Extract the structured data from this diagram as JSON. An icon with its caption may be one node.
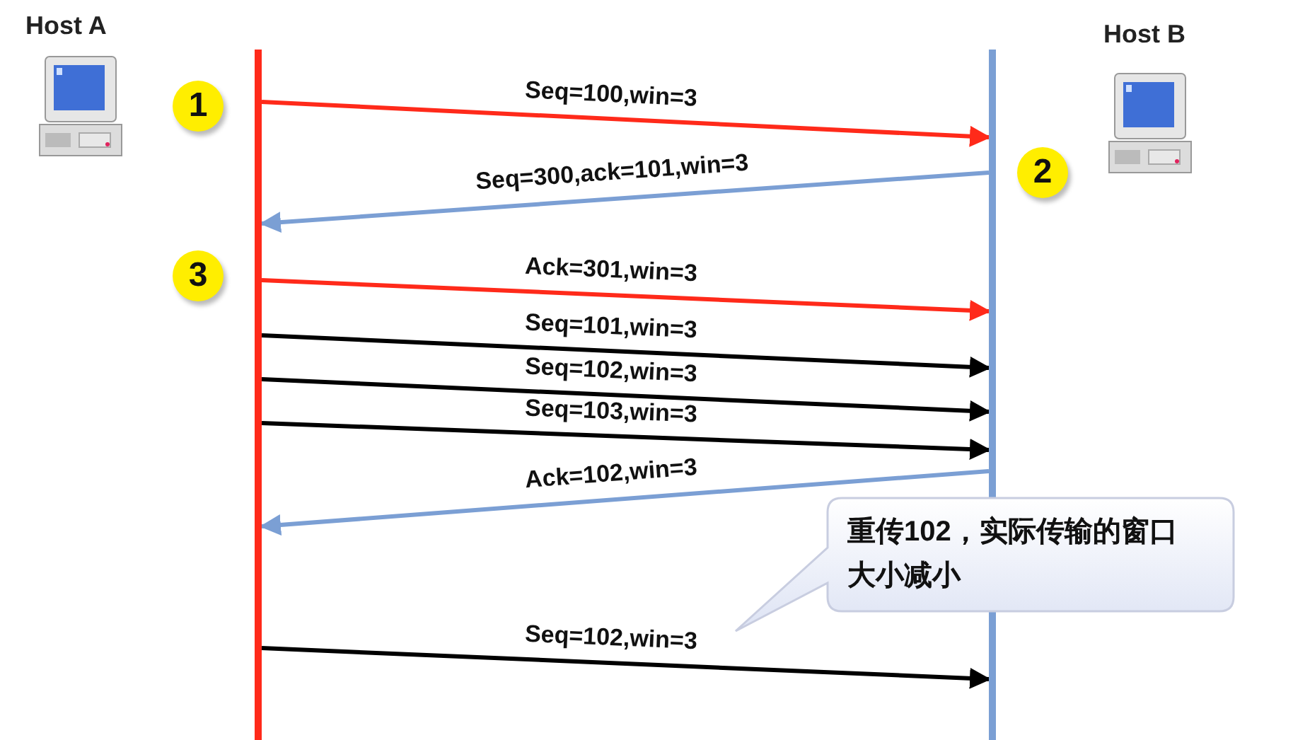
{
  "diagram": {
    "nodes": [
      {
        "text": [
          "Host A"
        ]
      },
      {
        "text": [
          "Host B"
        ]
      },
      {
        "text": [
          "1"
        ],
        "in": 0
      },
      {
        "text": [
          "2"
        ],
        "in": 1
      },
      {
        "text": [
          "3"
        ],
        "in": 0
      },
      {
        "text": [
          "重传102，实际传输的窗口大小减小"
        ]
      }
    ],
    "edges": [
      {
        "from": 0,
        "to": 1,
        "arrow": "to",
        "label": "Seq=100,win=3",
        "color": "#ff2a1a"
      },
      {
        "from": 1,
        "to": 0,
        "arrow": "to",
        "label": "Seq=300,ack=101,win=3",
        "color": "#7b9fd4"
      },
      {
        "from": 0,
        "to": 1,
        "arrow": "to",
        "label": "Ack=301,win=3",
        "color": "#ff2a1a"
      },
      {
        "from": 0,
        "to": 1,
        "arrow": "to",
        "label": "Seq=101,win=3"
      },
      {
        "from": 0,
        "to": 1,
        "arrow": "to",
        "label": "Seq=102,win=3"
      },
      {
        "from": 0,
        "to": 1,
        "arrow": "to",
        "label": "Seq=103,win=3"
      },
      {
        "from": 1,
        "to": 0,
        "arrow": "to",
        "label": "Ack=102,win=3",
        "color": "#7b9fd4"
      },
      {
        "from": 0,
        "to": 1,
        "arrow": "to",
        "label": "Seq=102,win=3"
      }
    ]
  }
}
